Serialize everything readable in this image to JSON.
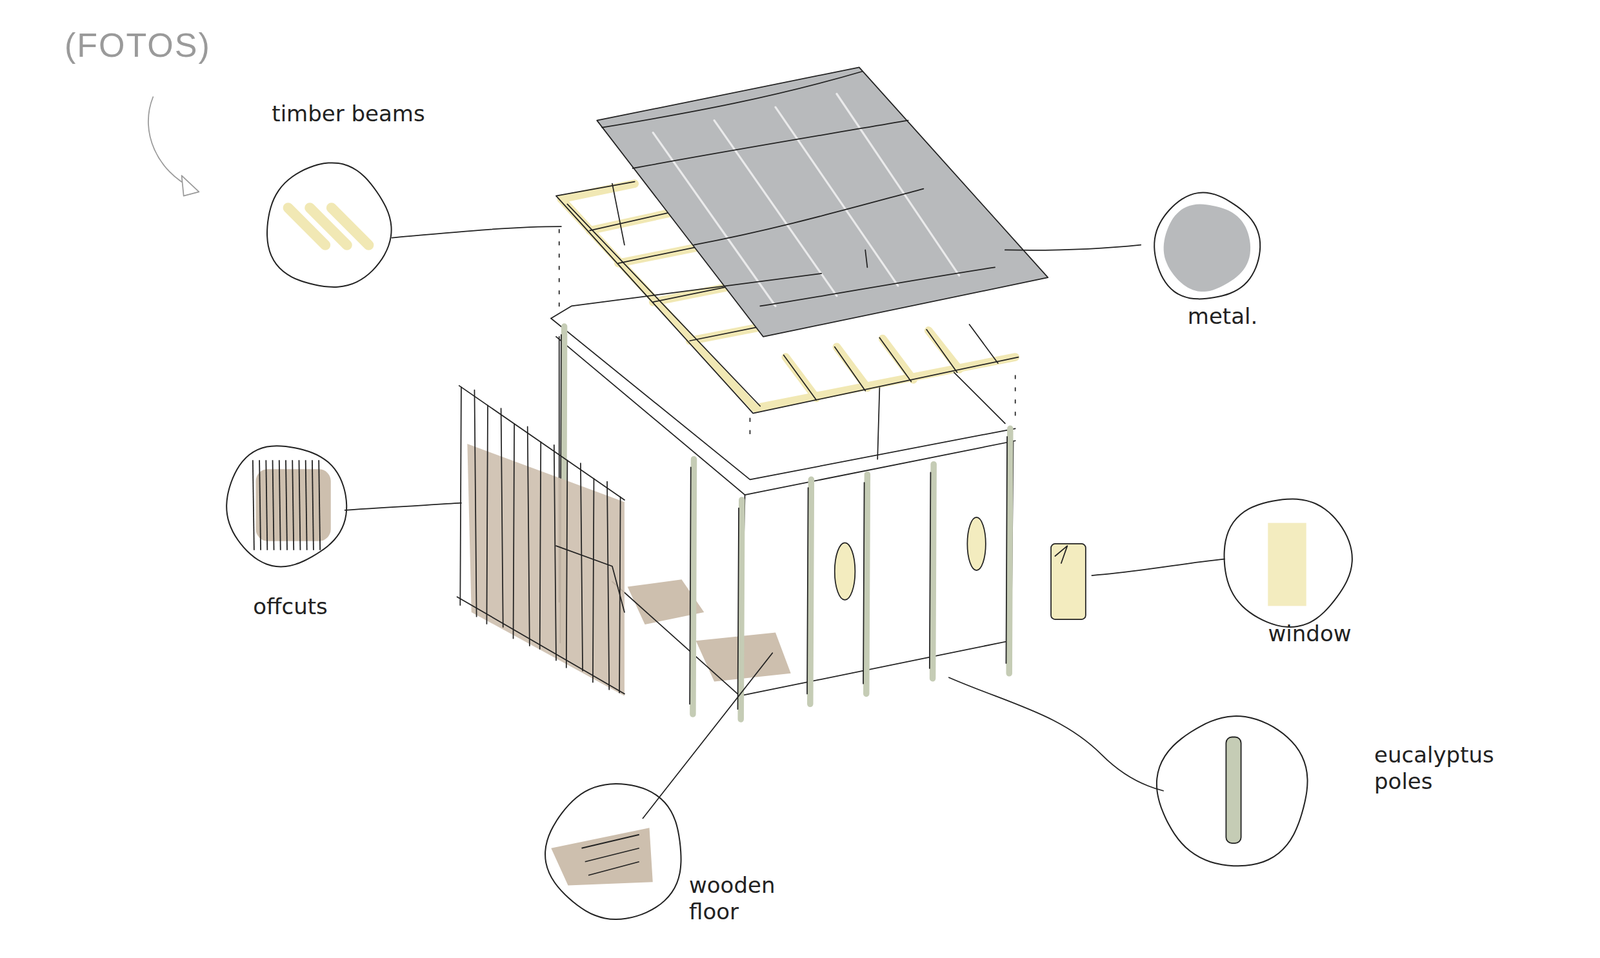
{
  "diagram": {
    "nodes": [
      {
        "text": [
          "timber beams"
        ]
      },
      {
        "text": [
          "metal."
        ]
      },
      {
        "text": [
          "offcuts"
        ]
      },
      {
        "text": [
          "window"
        ]
      },
      {
        "text": [
          "eucalyptus poles"
        ]
      },
      {
        "text": [
          "wooden floor"
        ]
      }
    ],
    "labels": [
      "(FOTOS)"
    ]
  }
}
